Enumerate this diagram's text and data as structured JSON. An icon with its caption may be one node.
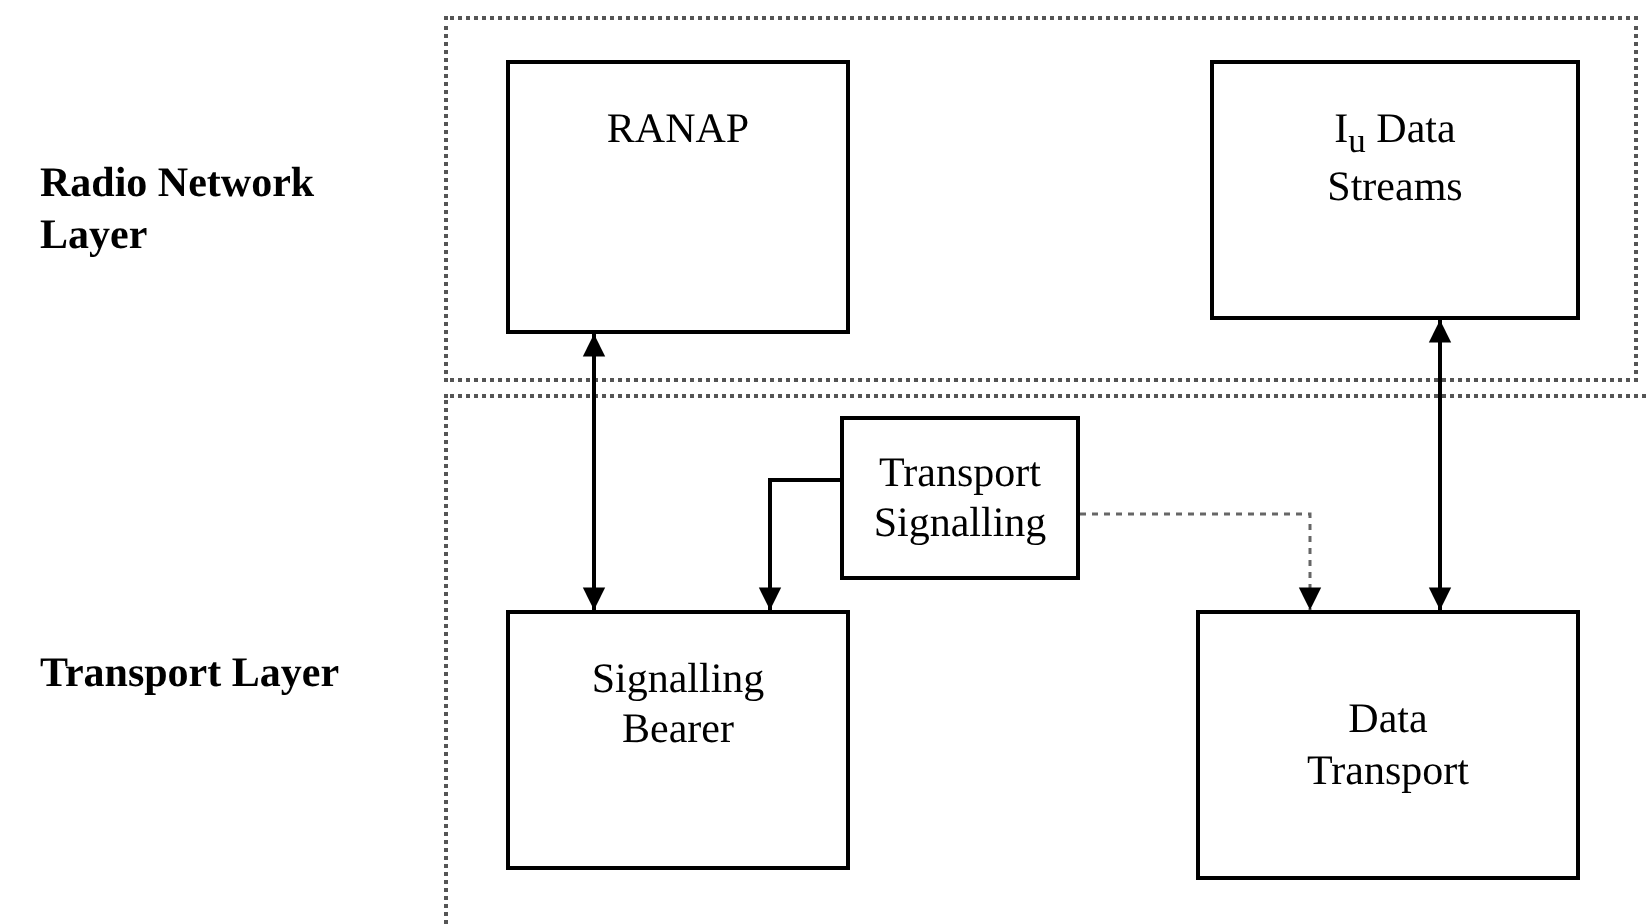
{
  "diagram": {
    "nodes": [
      {
        "text": [
          "Radio Network Layer"
        ]
      },
      {
        "text": [
          "RANAP"
        ],
        "in": 0
      },
      {
        "text": [
          "I$_{u}$ Data Streams"
        ],
        "in": 0
      },
      {
        "text": [
          "Transport Layer"
        ]
      },
      {
        "text": [
          "Transport Signalling"
        ],
        "in": 3
      },
      {
        "text": [
          "Signalling Bearer"
        ],
        "in": 3
      },
      {
        "text": [
          "Data Transport"
        ],
        "in": 3
      }
    ],
    "edges": [
      {
        "from": 1,
        "to": 5,
        "arrow": "both"
      },
      {
        "from": 2,
        "to": 6,
        "arrow": "both"
      },
      {
        "from": 4,
        "to": 5,
        "arrow": "to"
      },
      {
        "from": 4,
        "to": 6,
        "arrow": "to",
        "style": "dashed",
        "color": "#666666"
      }
    ]
  }
}
